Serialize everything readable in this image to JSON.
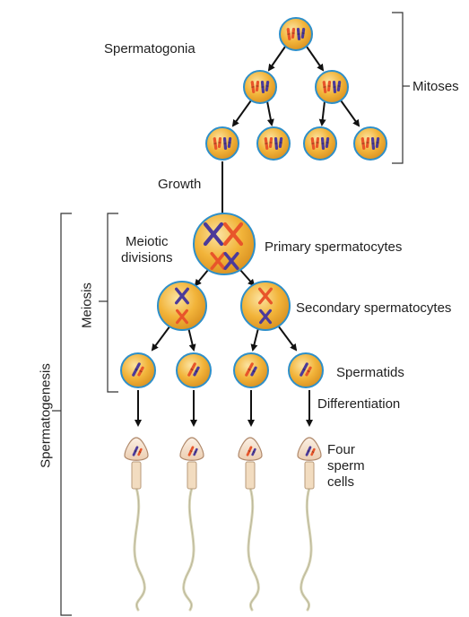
{
  "labels": {
    "spermatogonia": "Spermatogonia",
    "mitoses": "Mitoses",
    "growth": "Growth",
    "meiotic_divisions_line1": "Meiotic",
    "meiotic_divisions_line2": "divisions",
    "primary_spermatocytes": "Primary spermatocytes",
    "secondary_spermatocytes": "Secondary spermatocytes",
    "spermatids": "Spermatids",
    "differentiation": "Differentiation",
    "four_sperm_line1": "Four",
    "four_sperm_line2": "sperm",
    "four_sperm_line3": "cells",
    "meiosis": "Meiosis",
    "spermatogenesis": "Spermatogenesis"
  },
  "colors": {
    "cell_fill": "#f2b43a",
    "cell_edge": "#2e8fc9",
    "chromosome_red": "#e8552a",
    "chromosome_purple": "#4b3a9a",
    "sperm_head": "#f6e3cf",
    "sperm_tail": "#d9d6b8",
    "arrow": "#111111",
    "bracket": "#333333"
  },
  "structure": {
    "spermatogonia_generations": [
      1,
      2,
      4
    ],
    "primary_spermatocytes": 1,
    "secondary_spermatocytes": 2,
    "spermatids": 4,
    "sperm_cells": 4
  }
}
